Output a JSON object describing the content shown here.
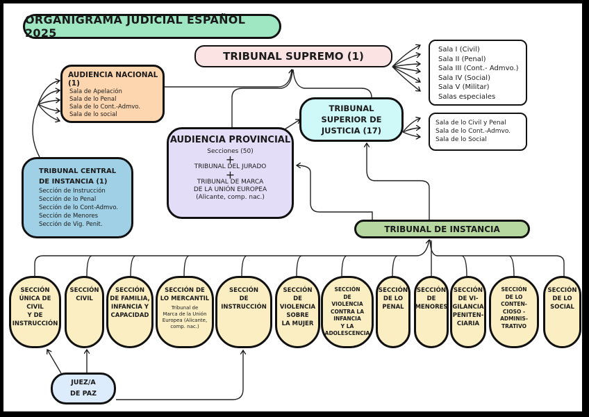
{
  "title": "ORGANIGRAMA JUDICIAL ESPAÑOL 2025",
  "tribunal_supremo": {
    "label": "TRIBUNAL SUPREMO (1)",
    "salas": [
      "Sala I (Civil)",
      "Sala II (Penal)",
      "Sala III (Cont.- Admvo.)",
      "Sala IV (Social)",
      "Sala V (Militar)",
      "Salas especiales"
    ]
  },
  "audiencia_nacional": {
    "label": "AUDIENCIA NACIONAL (1)",
    "salas": [
      "Sala de Apelación",
      "Sala de lo Penal",
      "Sala de lo Cont.-Admvo.",
      "Sala  de lo social"
    ]
  },
  "tsj": {
    "lines": [
      "TRIBUNAL",
      "SUPERIOR DE",
      "JUSTICIA (17)"
    ],
    "salas": [
      "Sala de lo Civil y Penal",
      "Sala de lo Cont.-Admvo.",
      "Sala de lo Social"
    ]
  },
  "audiencia_provincial": {
    "label": "AUDIENCIA PROVINCIAL",
    "secciones": "Secciones (50)",
    "plus": "+",
    "jurado": "TRIBUNAL DEL JURADO",
    "marca_lines": [
      "TRIBUNAL DE MARCA",
      "DE LA UNIÓN EUROPEA",
      "(Alicante, comp. nac.)"
    ]
  },
  "tribunal_central": {
    "lines": [
      "TRIBUNAL CENTRAL",
      "DE INSTANCIA (1)"
    ],
    "secciones": [
      "Sección de Instrucción",
      "Sección de lo Penal",
      "Sección de lo Cont-Admvo.",
      "Sección de Menores",
      "Sección de Vig. Penit."
    ]
  },
  "tribunal_instancia": {
    "label": "TRIBUNAL DE INSTANCIA"
  },
  "secciones": [
    {
      "lines": [
        "SECCIÓN",
        "ÚNICA DE",
        "CIVIL",
        "Y DE",
        "INSTRUCCIÓN"
      ]
    },
    {
      "lines": [
        "SECCIÓN",
        "CIVIL"
      ]
    },
    {
      "lines": [
        "SECCIÓN",
        "DE FAMILIA,",
        "INFANCIA Y",
        "CAPACIDAD"
      ]
    },
    {
      "lines": [
        "SECCIÓN DE",
        "LO MERCANTIL"
      ],
      "sub": [
        "Tribunal de",
        "Marca de la Unión",
        "Europea (Alicante,",
        "comp. nac.)"
      ]
    },
    {
      "lines": [
        "SECCIÓN",
        "DE",
        "INSTRUCCIÓN"
      ]
    },
    {
      "lines": [
        "SECCIÓN",
        "DE",
        "VIOLENCIA",
        "SOBRE",
        "LA MUJER"
      ]
    },
    {
      "lines": [
        "SECCIÓN",
        "DE",
        "VIOLENCIA",
        "CONTRA LA",
        "INFANCIA",
        "Y LA",
        "ADOLESCENCIA"
      ]
    },
    {
      "lines": [
        "SECCIÓN",
        "DE LO",
        "PENAL"
      ]
    },
    {
      "lines": [
        "SECCIÓN",
        "DE",
        "MENORES"
      ]
    },
    {
      "lines": [
        "SECCIÓN",
        "DE VI-",
        "GILANCIA",
        "PENITEN-",
        "CIARIA"
      ]
    },
    {
      "lines": [
        "SECCIÓN",
        "DE LO",
        "CONTEN-",
        "CIOSO  -",
        "ADMINIS-",
        "TRATIVO"
      ]
    },
    {
      "lines": [
        "SECCIÓN",
        "DE LO",
        "SOCIAL"
      ]
    }
  ],
  "juez_paz": {
    "lines": [
      "JUEZ/A",
      "DE PAZ"
    ]
  }
}
